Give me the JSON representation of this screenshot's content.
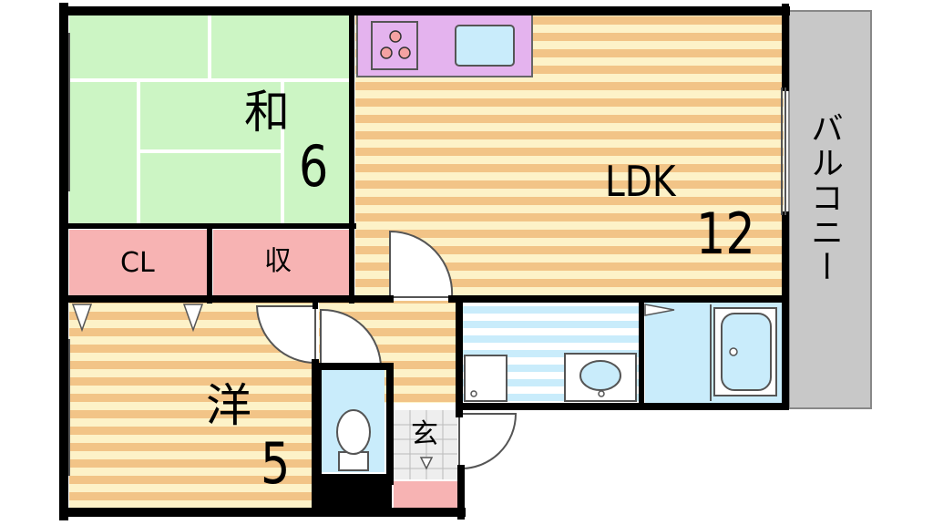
{
  "rooms": {
    "washitsu": {
      "label": "和",
      "size": "6"
    },
    "ldk": {
      "label": "LDK",
      "size": "12"
    },
    "youshitsu": {
      "label": "洋",
      "size": "5"
    },
    "closet": {
      "label": "CL"
    },
    "storage": {
      "label": "収"
    },
    "entrance": {
      "label": "玄"
    },
    "balcony": {
      "label": "バルコニー"
    }
  },
  "colors": {
    "tatami": "#ccf5c4",
    "wood_stripe": "#f2c487",
    "wood_light": "#fdf2c8",
    "closet": "#f7b3b3",
    "water": "#c9ecfb",
    "kitchen": "#e4b3ee",
    "balcony": "#c8c8c8",
    "wall": "#000000"
  }
}
